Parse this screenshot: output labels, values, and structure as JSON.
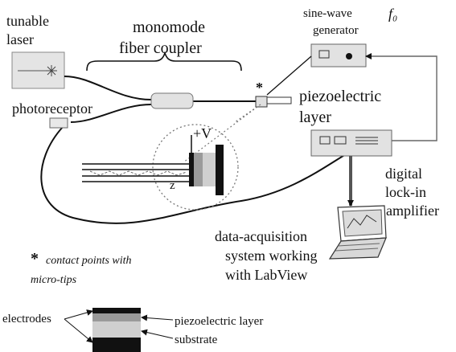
{
  "labels": {
    "tunable_laser_1": "tunable",
    "tunable_laser_2": "laser",
    "fiber_coupler_1": "monomode",
    "fiber_coupler_2": "fiber coupler",
    "sine_wave_1": "sine-wave",
    "sine_wave_2": "generator",
    "frequency": "f₀",
    "star_mark": "*",
    "piezo_1": "piezoelectric",
    "piezo_2": "layer",
    "photoreceptor": "photoreceptor",
    "plus_v": "+V",
    "z_axis": "z",
    "lockin_1": "digital",
    "lockin_2": "lock-in",
    "lockin_3": "amplifier",
    "daq_1": "data-acquisition",
    "daq_2": "system working",
    "daq_3": "with LabView",
    "note_star": "*",
    "note_1": "contact points with",
    "note_2": "micro-tips",
    "legend_electrodes": "electrodes",
    "legend_piezo": "piezoelectric layer",
    "legend_substrate": "substrate"
  },
  "colors": {
    "ink": "#111111",
    "box_fill": "#e2e2e2",
    "piezo_gray": "#9a9a9a",
    "substrate_gray": "#c8c8c8"
  }
}
